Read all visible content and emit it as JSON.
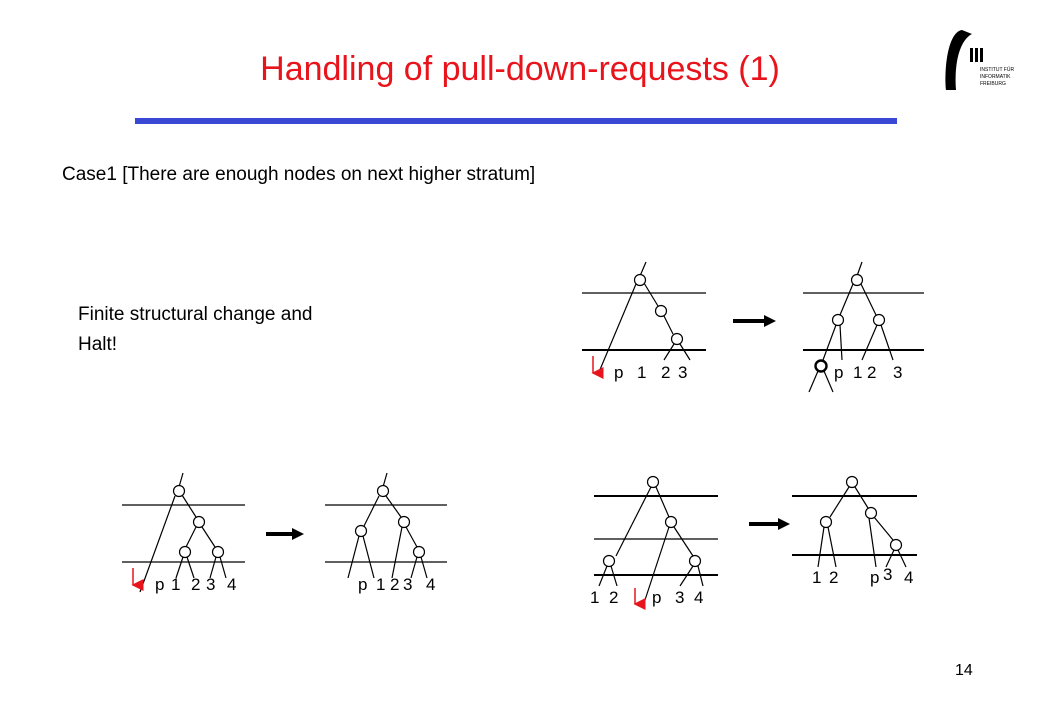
{
  "slide": {
    "title": "Handling of pull-down-requests (1)",
    "case_text": "Case1 [There are enough nodes on next higher stratum]",
    "note_line1": "Finite structural change and",
    "note_line2": "Halt!",
    "page_number": "14"
  },
  "logo": {
    "line1": "INSTITUT FÜR",
    "line2": "INFORMATIK",
    "line3": "FREIBURG"
  },
  "labels": {
    "d1": {
      "p": "p",
      "n1": "1",
      "n2": "2",
      "n3": "3"
    },
    "d2": {
      "p": "p",
      "n1": "1",
      "n2": "2",
      "n3": "3"
    },
    "d3": {
      "p": "p",
      "n1": "1",
      "n2": "2",
      "n3": "3",
      "n4": "4"
    },
    "d4": {
      "p": "p",
      "n1": "1",
      "n2": "2",
      "n3": "3",
      "n4": "4"
    },
    "d5": {
      "n1": "1",
      "n2": "2",
      "p": "p",
      "n3": "3",
      "n4": "4"
    },
    "d6": {
      "n1": "1",
      "n2": "2",
      "p": "p",
      "n3": "3",
      "n4": "4"
    }
  },
  "colors": {
    "title": "#e8141c",
    "rule": "#3a48d6",
    "pull_down_arrow": "#e8141c"
  }
}
